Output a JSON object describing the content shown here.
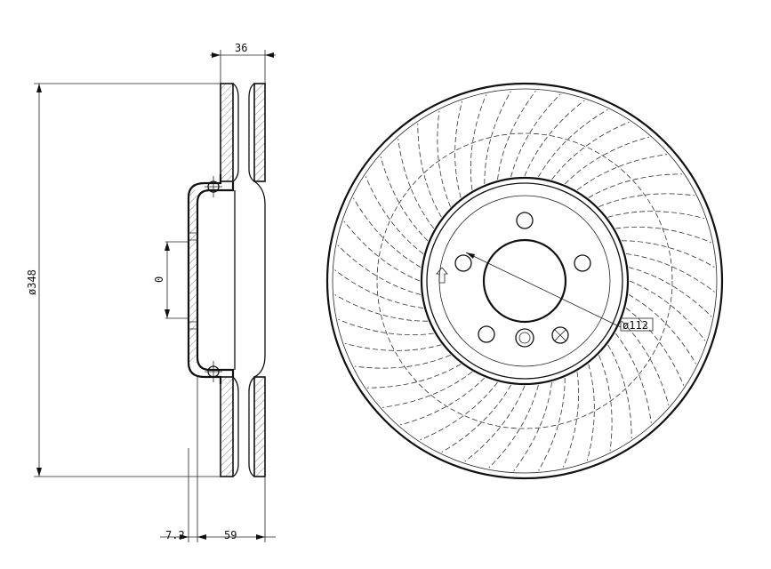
{
  "dimensions": {
    "overall_diameter": "ø348",
    "thickness": "36",
    "hub_offset": "0",
    "hat_offset": "7.2",
    "overall_height": "59",
    "bolt_circle": "ø112"
  }
}
